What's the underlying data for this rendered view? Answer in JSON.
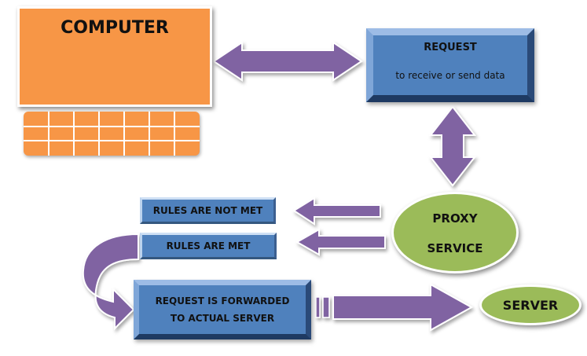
{
  "nodes": {
    "computer": "COMPUTER",
    "request_title": "REQUEST",
    "request_subtitle": "to receive or send data",
    "proxy_line1": "PROXY",
    "proxy_line2": "SERVICE",
    "rules_not_met": "RULES ARE NOT MET",
    "rules_met": "RULES ARE MET",
    "forward_line1": "REQUEST IS FORWARDED",
    "forward_line2": "TO ACTUAL SERVER",
    "server": "SERVER"
  },
  "colors": {
    "computer": "#F79646",
    "box_blue": "#4F81BD",
    "ellipse_green": "#9BBB59",
    "arrow_purple": "#8064A2"
  }
}
